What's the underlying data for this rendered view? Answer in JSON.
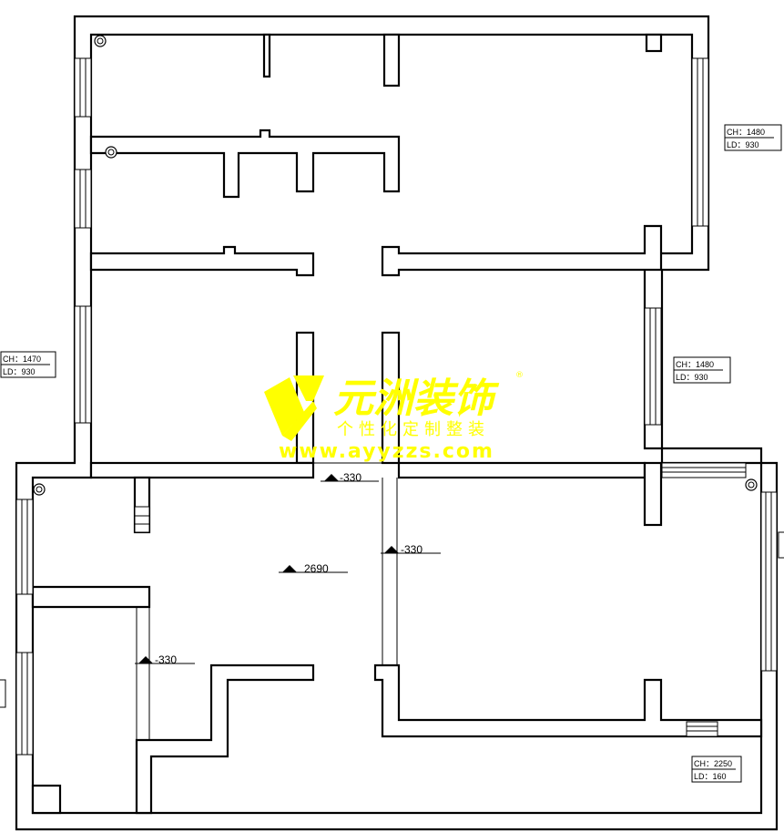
{
  "window_tags": [
    {
      "ch": "CH：1480",
      "ld": "LD：930"
    },
    {
      "ch": "CH：1470",
      "ld": "LD：930"
    },
    {
      "ch": "CH：1480",
      "ld": "LD：930"
    },
    {
      "ch": "CH：2250",
      "ld": "LD：160"
    }
  ],
  "levels": [
    "-330",
    "-330",
    "2690",
    "-330"
  ],
  "watermark": {
    "brand": "元洲装饰",
    "slogan": "个性化定制整装",
    "url": "www.ayyzzs.com",
    "registered": "®"
  },
  "colors": {
    "line": "#000000",
    "watermark": "#ffff00",
    "background": "#ffffff"
  }
}
